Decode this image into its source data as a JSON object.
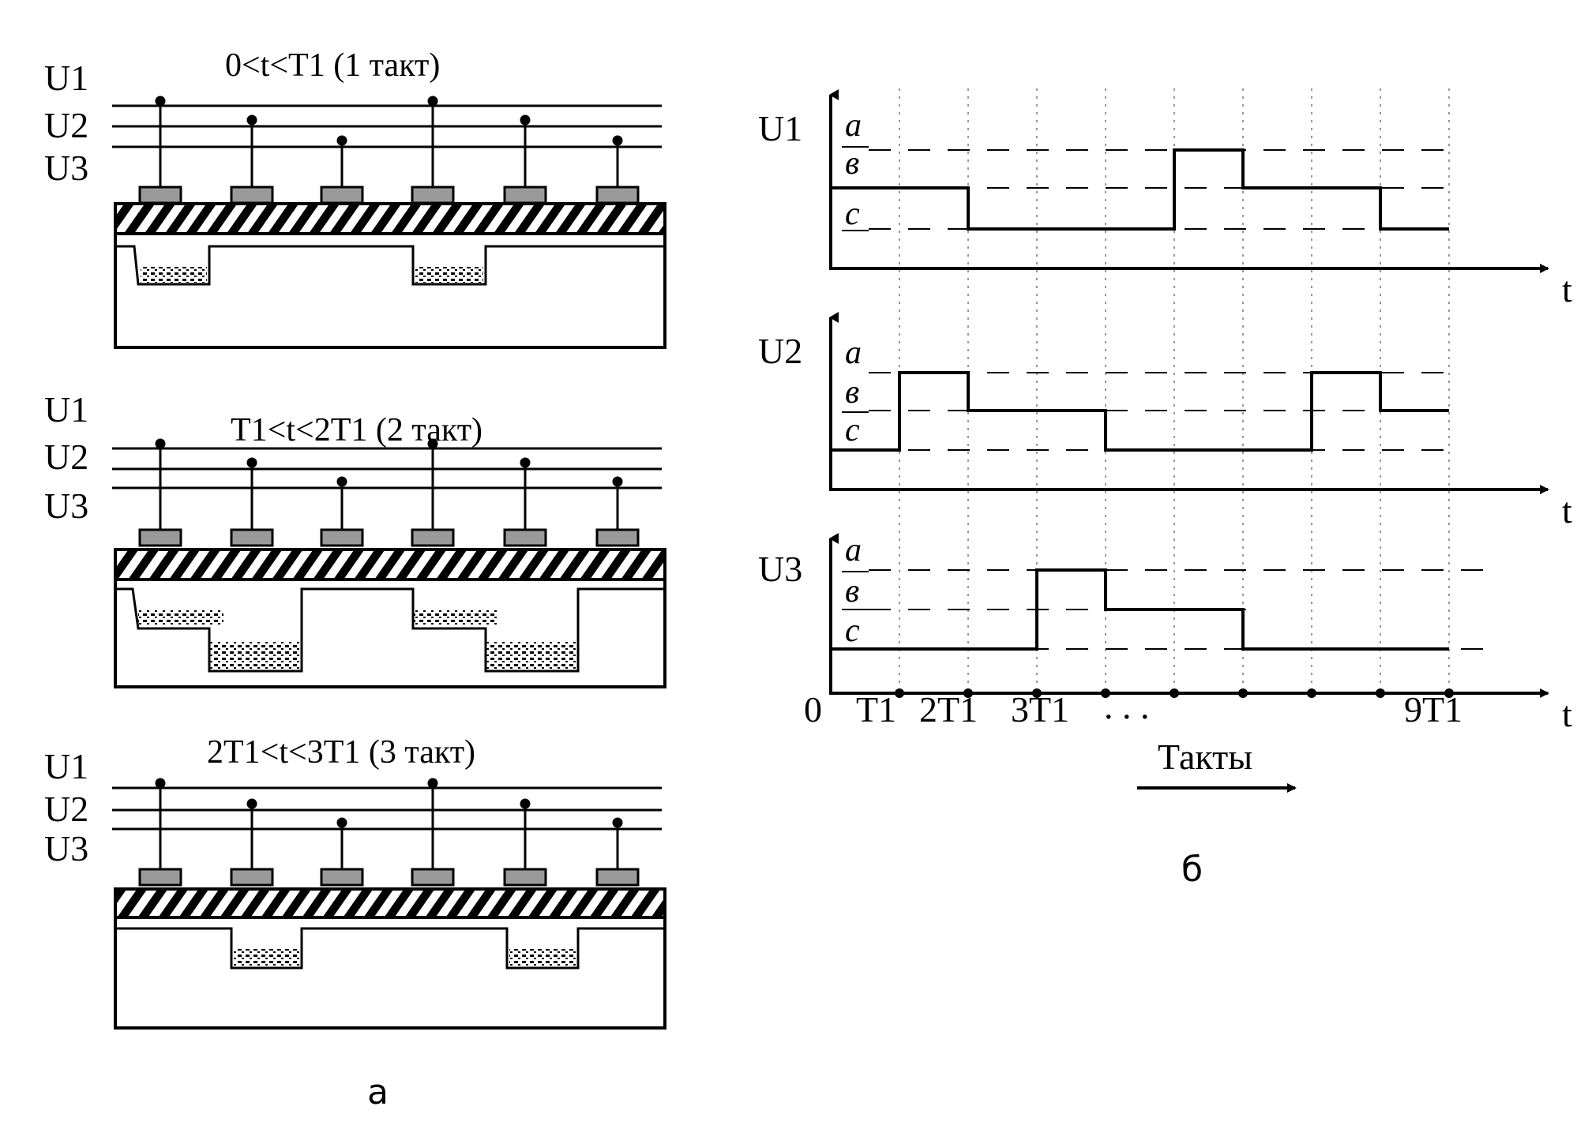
{
  "panel_a": {
    "rail_labels": [
      "U1",
      "U2",
      "U3"
    ],
    "steps": [
      {
        "title": "0<t<T1 (1 такт)"
      },
      {
        "title": "T1<t<2T1 (2 такт)"
      },
      {
        "title": "2T1<t<3T1 (3 такт)"
      }
    ],
    "caption": "а"
  },
  "panel_b": {
    "levels": [
      "a",
      "в",
      "c"
    ],
    "signals": [
      {
        "label": "U1",
        "axis_label": "t",
        "levels": [
          1,
          1,
          2,
          2,
          2,
          0,
          1,
          1,
          2
        ]
      },
      {
        "label": "U2",
        "axis_label": "t",
        "levels": [
          2,
          0,
          1,
          1,
          2,
          2,
          2,
          0,
          1
        ]
      },
      {
        "label": "U3",
        "axis_label": "t",
        "levels": [
          2,
          2,
          2,
          0,
          1,
          1,
          2,
          2,
          2
        ]
      }
    ],
    "time_labels": {
      "zero": "0",
      "t1": "T1",
      "t2": "2T1",
      "t3": "3T1",
      "dots": ". . .",
      "t9": "9T1"
    },
    "axis_title": "Такты",
    "caption": "б"
  },
  "colors": {
    "ink": "#000000",
    "electrode": "#9a9a9a",
    "grid": "#777777"
  }
}
